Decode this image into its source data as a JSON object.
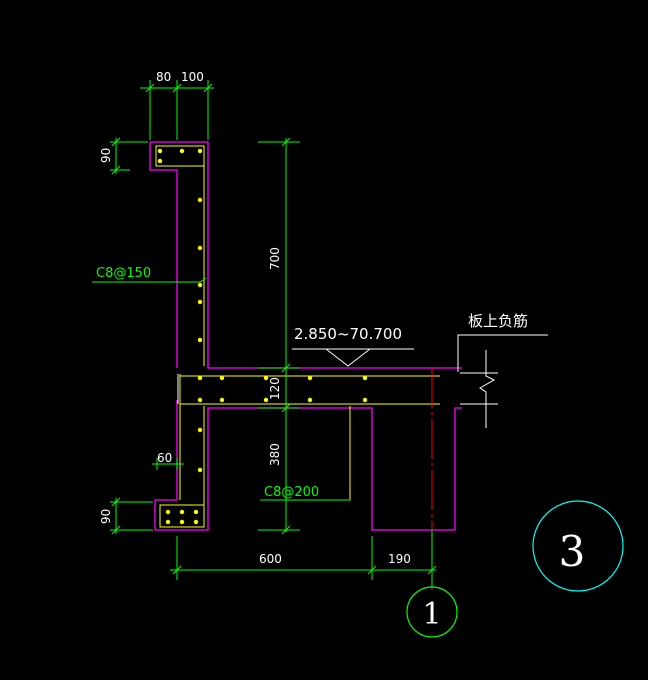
{
  "colors": {
    "background": "#000000",
    "section_outline": "#ff00ff",
    "rebar": "#ffff00",
    "dimension": "#00ff00",
    "annotation": "#ffffff",
    "axis_line": "#ff0000",
    "axis_bubble_1": "#00ff00",
    "section_bubble": "#00ffff"
  },
  "dimensions": {
    "top_w1": "80",
    "top_w2": "100",
    "top_h": "90",
    "vert_700": "700",
    "slab_120": "120",
    "vert_380": "380",
    "bottom_60": "60",
    "bottom_h": "90",
    "base_600": "600",
    "base_190": "190"
  },
  "annotations": {
    "elevation": "2.850~70.700",
    "slab_negative_rebar": "板上负筋",
    "stirrup_upper": "C8@150",
    "stirrup_lower": "C8@200"
  },
  "bubbles": {
    "axis": "1",
    "section": "3"
  }
}
